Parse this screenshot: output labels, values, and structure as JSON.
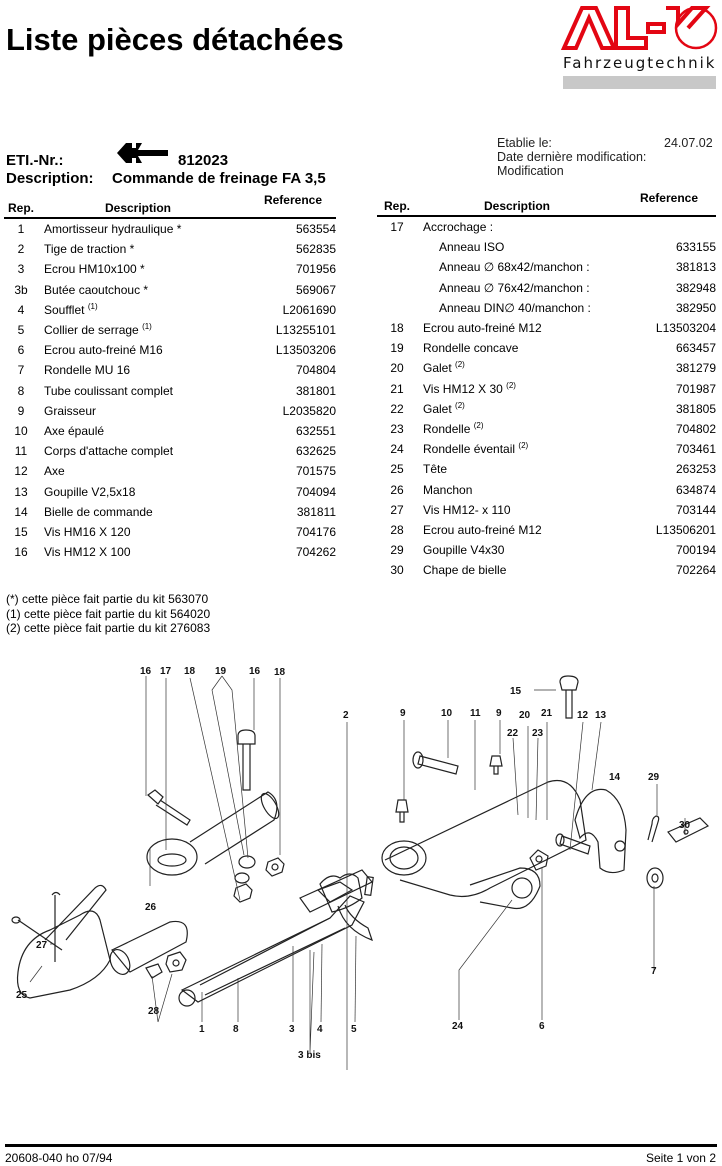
{
  "page": {
    "title": "Liste pièces détachées",
    "logo": {
      "brand": "AL-KO",
      "subtitle": "Fahrzeugtechnik",
      "brand_color": "#e30613",
      "bar_color": "#c8c8c8"
    }
  },
  "header": {
    "eti_label": "ETI.-Nr.:",
    "eti_symbol": "brake-coupling-symbol",
    "eti_number": "812023",
    "description_label": "Description:",
    "description_value": "Commande de freinage FA 3,5",
    "established_label": "Etablie le:",
    "established_date": "24.07.02",
    "last_modified_label": "Date dernière modification:",
    "modification_label": "Modification"
  },
  "table_headers": {
    "rep": "Rep.",
    "description": "Description",
    "reference": "Reference"
  },
  "parts_left": [
    {
      "rep": "1",
      "description": "Amortisseur hydraulique *",
      "note": "",
      "reference": "563554"
    },
    {
      "rep": "2",
      "description": "Tige de traction *",
      "note": "",
      "reference": "562835"
    },
    {
      "rep": "3",
      "description": "Ecrou HM10x100 *",
      "note": "",
      "reference": "701956"
    },
    {
      "rep": "3b",
      "description": "Butée caoutchouc *",
      "note": "",
      "reference": "569067"
    },
    {
      "rep": "4",
      "description": "Soufflet",
      "note": "(1)",
      "reference": "L2061690"
    },
    {
      "rep": "5",
      "description": "Collier de serrage",
      "note": "(1)",
      "reference": "L13255101"
    },
    {
      "rep": "6",
      "description": "Ecrou auto-freiné M16",
      "note": "",
      "reference": "L13503206"
    },
    {
      "rep": "7",
      "description": "Rondelle MU 16",
      "note": "",
      "reference": "704804"
    },
    {
      "rep": "8",
      "description": "Tube coulissant complet",
      "note": "",
      "reference": "381801"
    },
    {
      "rep": "9",
      "description": "Graisseur",
      "note": "",
      "reference": "L2035820"
    },
    {
      "rep": "10",
      "description": "Axe épaulé",
      "note": "",
      "reference": "632551"
    },
    {
      "rep": "11",
      "description": "Corps d'attache complet",
      "note": "",
      "reference": "632625"
    },
    {
      "rep": "12",
      "description": "Axe",
      "note": "",
      "reference": "701575"
    },
    {
      "rep": "13",
      "description": "Goupille V2,5x18",
      "note": "",
      "reference": "704094"
    },
    {
      "rep": "14",
      "description": "Bielle de commande",
      "note": "",
      "reference": "381811"
    },
    {
      "rep": "15",
      "description": "Vis HM16 X 120",
      "note": "",
      "reference": "704176"
    },
    {
      "rep": "16",
      "description": "Vis HM12 X 100",
      "note": "",
      "reference": "704262"
    }
  ],
  "parts_right": [
    {
      "rep": "17",
      "description": "Accrochage :",
      "note": "",
      "reference": "",
      "indent": false
    },
    {
      "rep": "",
      "description": "Anneau ISO",
      "note": "",
      "reference": "633155",
      "indent": true
    },
    {
      "rep": "",
      "description": "Anneau ∅ 68x42/manchon :",
      "note": "",
      "reference": "381813",
      "indent": true
    },
    {
      "rep": "",
      "description": "Anneau ∅ 76x42/manchon :",
      "note": "",
      "reference": "382948",
      "indent": true
    },
    {
      "rep": "",
      "description": "Anneau DIN∅ 40/manchon :",
      "note": "",
      "reference": "382950",
      "indent": true
    },
    {
      "rep": "18",
      "description": "Ecrou auto-freiné M12",
      "note": "",
      "reference": "L13503204",
      "indent": false
    },
    {
      "rep": "19",
      "description": "Rondelle concave",
      "note": "",
      "reference": "663457",
      "indent": false
    },
    {
      "rep": "20",
      "description": "Galet",
      "note": "(2)",
      "reference": "381279",
      "indent": false
    },
    {
      "rep": "21",
      "description": "Vis HM12 X 30",
      "note": "(2)",
      "reference": "701987",
      "indent": false
    },
    {
      "rep": "22",
      "description": "Galet",
      "note": "(2)",
      "reference": "381805",
      "indent": false
    },
    {
      "rep": "23",
      "description": "Rondelle",
      "note": "(2)",
      "reference": "704802",
      "indent": false
    },
    {
      "rep": "24",
      "description": "Rondelle éventail",
      "note": "(2)",
      "reference": "703461",
      "indent": false
    },
    {
      "rep": "25",
      "description": "Tête",
      "note": "",
      "reference": "263253",
      "indent": false
    },
    {
      "rep": "26",
      "description": "Manchon",
      "note": "",
      "reference": "634874",
      "indent": false
    },
    {
      "rep": "27",
      "description": "Vis HM12- x 110",
      "note": "",
      "reference": "703144",
      "indent": false
    },
    {
      "rep": "28",
      "description": "Ecrou auto-freiné M12",
      "note": "",
      "reference": "L13506201",
      "indent": false
    },
    {
      "rep": "29",
      "description": "Goupille V4x30",
      "note": "",
      "reference": "700194",
      "indent": false
    },
    {
      "rep": "30",
      "description": "Chape de bielle",
      "note": "",
      "reference": "702264",
      "indent": false
    }
  ],
  "notes": [
    "(*) cette pièce fait partie du kit 563070",
    "(1) cette pièce fait partie du kit 564020",
    "(2) cette pièce fait partie du kit 276083"
  ],
  "diagram": {
    "description": "exploded-view drawing of overrun brake coupling",
    "callouts": [
      "16",
      "17",
      "18",
      "19",
      "16",
      "18",
      "2",
      "15",
      "9",
      "10",
      "11",
      "9",
      "20",
      "21",
      "22",
      "23",
      "12",
      "13",
      "14",
      "29",
      "30",
      "7",
      "26",
      "27",
      "25",
      "28",
      "1",
      "8",
      "3",
      "4",
      "5",
      "3 bis",
      "24",
      "6"
    ]
  },
  "footer": {
    "doc_ref": "20608-040 ho 07/94",
    "page": "Seite 1 von 2"
  }
}
